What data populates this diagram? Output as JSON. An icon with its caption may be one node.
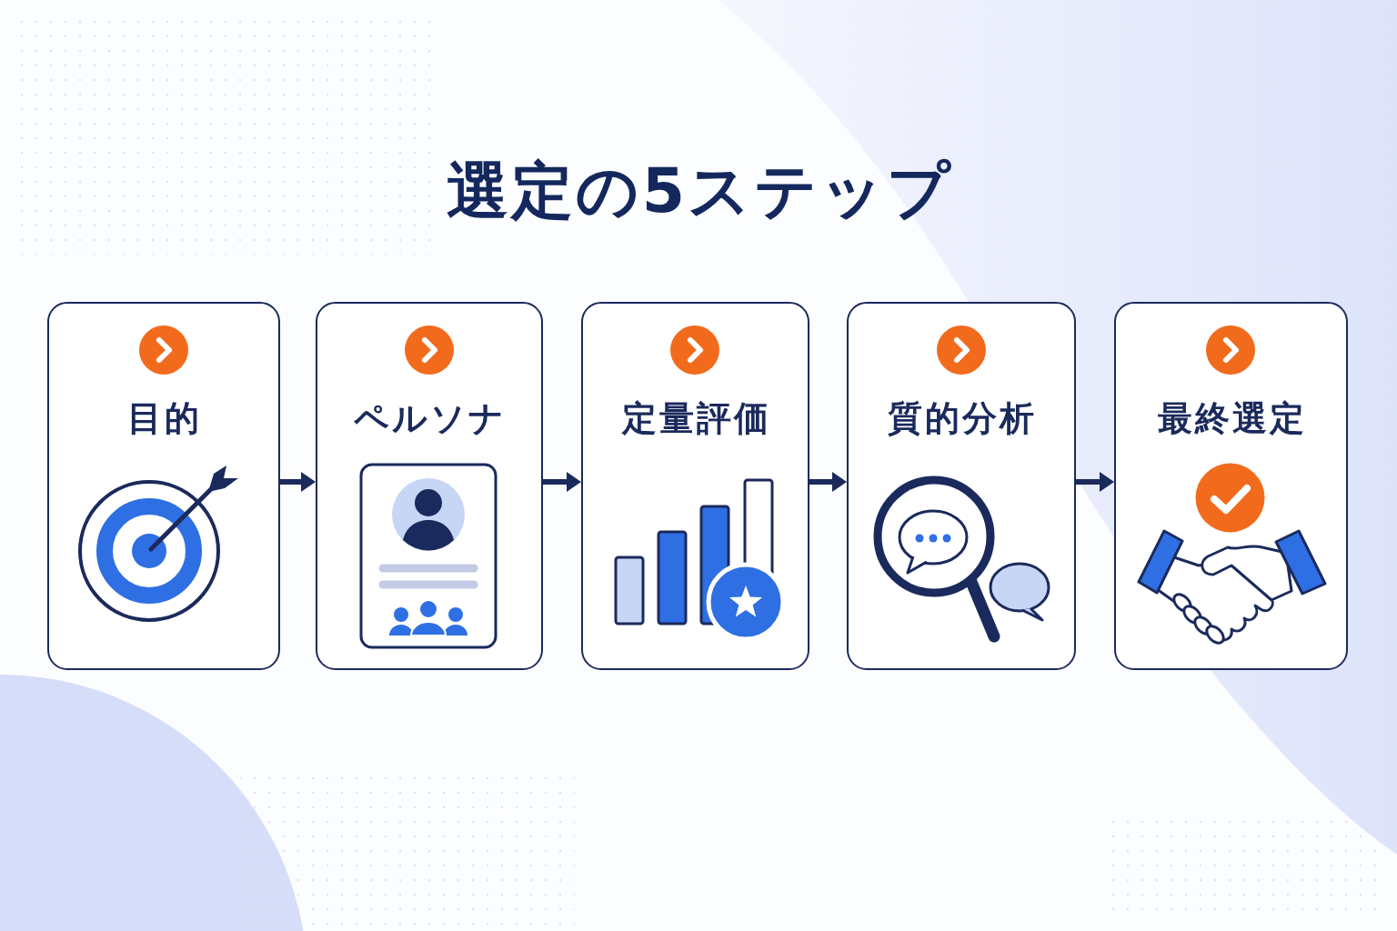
{
  "diagram": {
    "title": "選定の5ステップ",
    "nodes": [
      {
        "text": [
          "目的"
        ]
      },
      {
        "text": [
          "ペルソナ"
        ]
      },
      {
        "text": [
          "定量評価"
        ]
      },
      {
        "text": [
          "質的分析"
        ]
      },
      {
        "text": [
          "最終選定"
        ]
      }
    ],
    "edges": [
      {
        "from": 0,
        "to": 1,
        "arrow": "to"
      },
      {
        "from": 1,
        "to": 2,
        "arrow": "to"
      },
      {
        "from": 2,
        "to": 3,
        "arrow": "to"
      },
      {
        "from": 3,
        "to": 4,
        "arrow": "to"
      }
    ]
  }
}
